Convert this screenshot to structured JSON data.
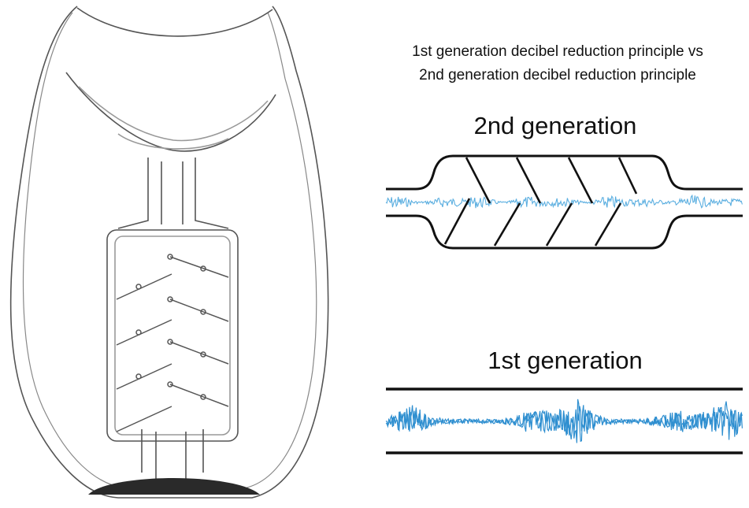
{
  "heading": {
    "line1": "1st generation decibel reduction principle vs",
    "line2": "2nd generation decibel reduction principle"
  },
  "diagram_2nd": {
    "label": "2nd generation",
    "wave_color": "#5aaee0"
  },
  "diagram_1st": {
    "label": "1st generation",
    "wave_color": "#2f8fd0"
  },
  "device": {
    "outline_color": "#555555",
    "base_color": "#2a2a2a"
  }
}
